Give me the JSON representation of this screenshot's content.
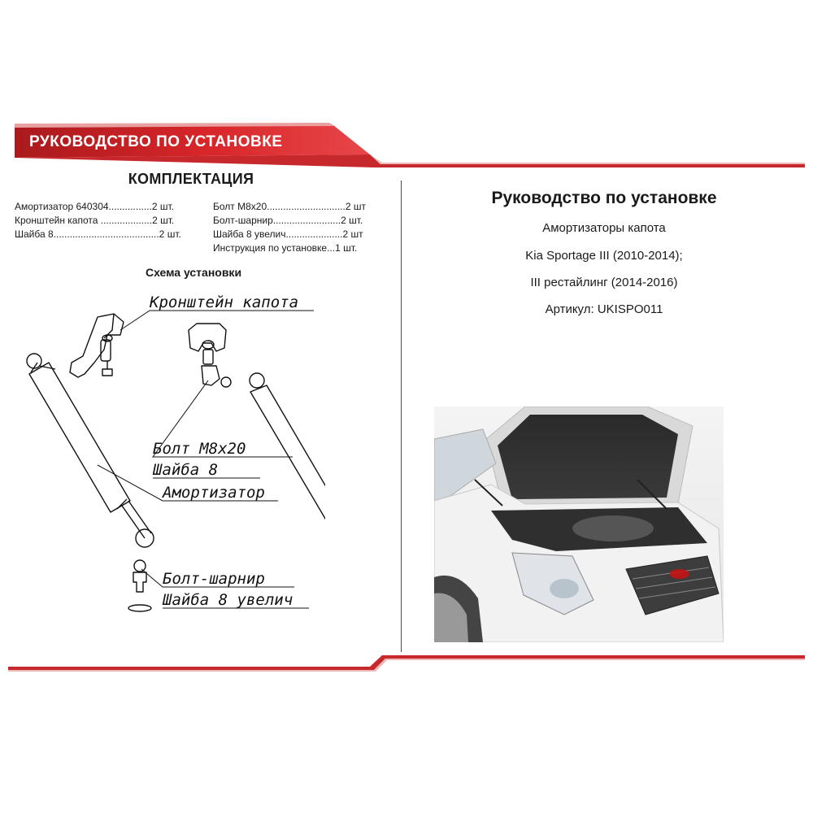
{
  "header": {
    "banner_title": "РУКОВОДСТВО ПО УСТАНОВКЕ"
  },
  "kit": {
    "title": "КОМПЛЕКТАЦИЯ",
    "left_items": [
      "Амортизатор 640304................2 шт.",
      "Кронштейн капота ...................2 шт.",
      "Шайба 8.......................................2 шт."
    ],
    "right_items": [
      "Болт М8х20.............................2 шт",
      "Болт-шарнир.........................2 шт.",
      "Шайба 8 увелич.....................2 шт",
      "Инструкция по установке...1 шт."
    ]
  },
  "scheme": {
    "title": "Схема установки",
    "labels": {
      "bracket": "Кронштейн капота",
      "bolt": "Болт М8х20",
      "washer": "Шайба 8",
      "strut": "Амортизатор",
      "ball_bolt": "Болт-шарнир",
      "washer_big": "Шайба 8 увелич"
    }
  },
  "info": {
    "title": "Руководство по установке",
    "line1": "Амортизаторы капота",
    "line2": "Kia Sportage III (2010-2014);",
    "line3": "III рестайлинг (2014-2016)",
    "article": "Артикул: UKISPO011"
  },
  "colors": {
    "accent_red": "#d8262a",
    "dark_red": "#9c1518",
    "text": "#1a1a1a"
  }
}
